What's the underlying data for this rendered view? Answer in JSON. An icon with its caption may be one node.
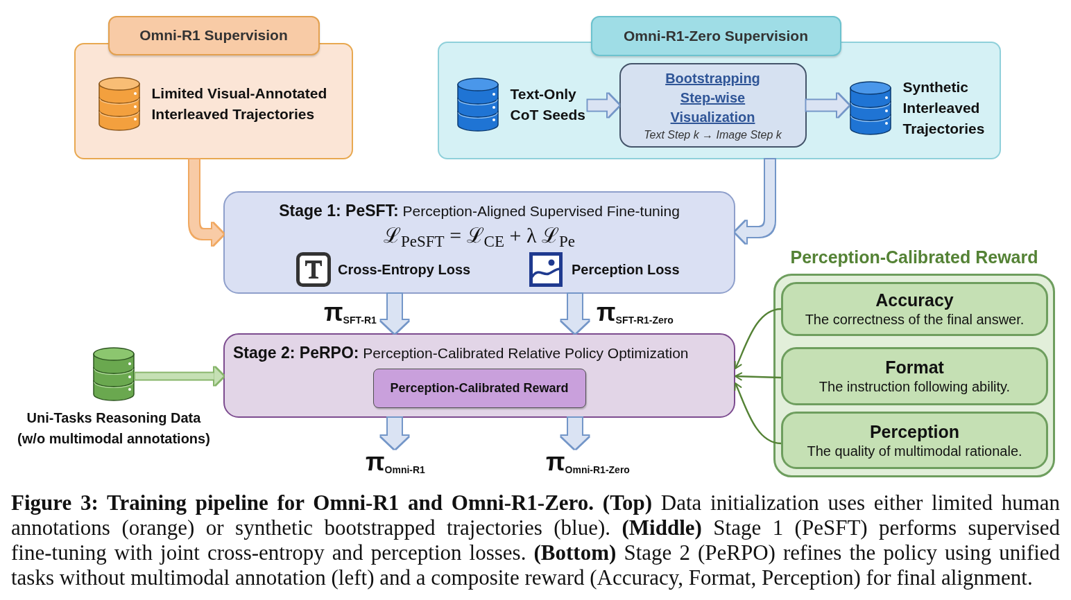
{
  "diagram": {
    "caption": "**Figure 3: Training pipeline for Omni-R1 and Omni-R1-Zero. (Top)** Data initialization uses either limited human annotations (orange) or synthetic bootstrapped trajectories (blue). **(Middle)** Stage 1 (PeSFT) performs supervised fine-tuning with joint cross-entropy and perception losses. **(Bottom)** Stage 2 (PeRPO) refines the policy using unified tasks without multimodal annotation (left) and a composite reward (Accuracy, Format, Perception) for final alignment.",
    "nodes": [
      {
        "text": [
          "Omni-R1 Supervision"
        ]
      },
      {
        "text": [
          "Limited Visual-Annotated Interleaved Trajectories"
        ],
        "in": 0
      },
      {
        "text": [
          "Omni-R1-Zero Supervision"
        ]
      },
      {
        "text": [
          "Text-Only CoT Seeds"
        ],
        "in": 2
      },
      {
        "text": [
          "Bootstrapping Step-wise Visualization",
          "Text Step k → Image Step k"
        ],
        "in": 2
      },
      {
        "text": [
          "Synthetic Interleaved Trajectories"
        ],
        "in": 2
      },
      {
        "text": [
          "**Stage 1: PeSFT:** Perception-Aligned Supervised Fine-tuning",
          "ℒ$_{PeSFT}$ = ℒ$_{CE}$ + λ ℒ$_{Pe}$",
          "Cross-Entropy Loss",
          "Perception Loss"
        ]
      },
      {
        "text": [
          "**Stage 2: PeRPO:** Perception-Calibrated Relative Policy Optimization"
        ]
      },
      {
        "text": [
          "Perception-Calibrated Reward"
        ],
        "in": 7
      },
      {
        "text": [],
        "shape": "cylinder",
        "beside": [
          "Uni-Tasks Reasoning Data (w/o multimodal annotations)"
        ]
      },
      {
        "text": [
          "Perception-Calibrated Reward"
        ]
      },
      {
        "text": [
          "Accuracy",
          "The correctness of the final answer."
        ],
        "in": 10
      },
      {
        "text": [
          "Format",
          "The instruction following ability."
        ],
        "in": 10
      },
      {
        "text": [
          "Perception",
          "The quality of multimodal rationale."
        ],
        "in": 10
      },
      {
        "text": [
          "π$_{Omni-R1}$"
        ]
      },
      {
        "text": [
          "π$_{Omni-R1-Zero}$"
        ]
      }
    ],
    "edges": [
      {
        "from": 0,
        "to": 6,
        "arrow": "to",
        "color": "#f8cba6"
      },
      {
        "from": 2,
        "to": 6,
        "arrow": "to"
      },
      {
        "from": 3,
        "to": 4,
        "arrow": "to"
      },
      {
        "from": 4,
        "to": 5,
        "arrow": "to"
      },
      {
        "from": 6,
        "to": 7,
        "arrow": "to",
        "label": "π$_{SFT-R1}$"
      },
      {
        "from": 6,
        "to": 7,
        "arrow": "to",
        "label": "π$_{SFT-R1-Zero}$"
      },
      {
        "from": 9,
        "to": 7,
        "arrow": "to",
        "color": "#c5e0b4"
      },
      {
        "from": 7,
        "to": 14,
        "arrow": "to"
      },
      {
        "from": 7,
        "to": 15,
        "arrow": "to"
      },
      {
        "from": 11,
        "to": 7,
        "arrow": "to",
        "color": "#548235"
      },
      {
        "from": 12,
        "to": 7,
        "arrow": "to",
        "color": "#548235"
      },
      {
        "from": 13,
        "to": 7,
        "arrow": "to",
        "color": "#548235"
      }
    ]
  }
}
